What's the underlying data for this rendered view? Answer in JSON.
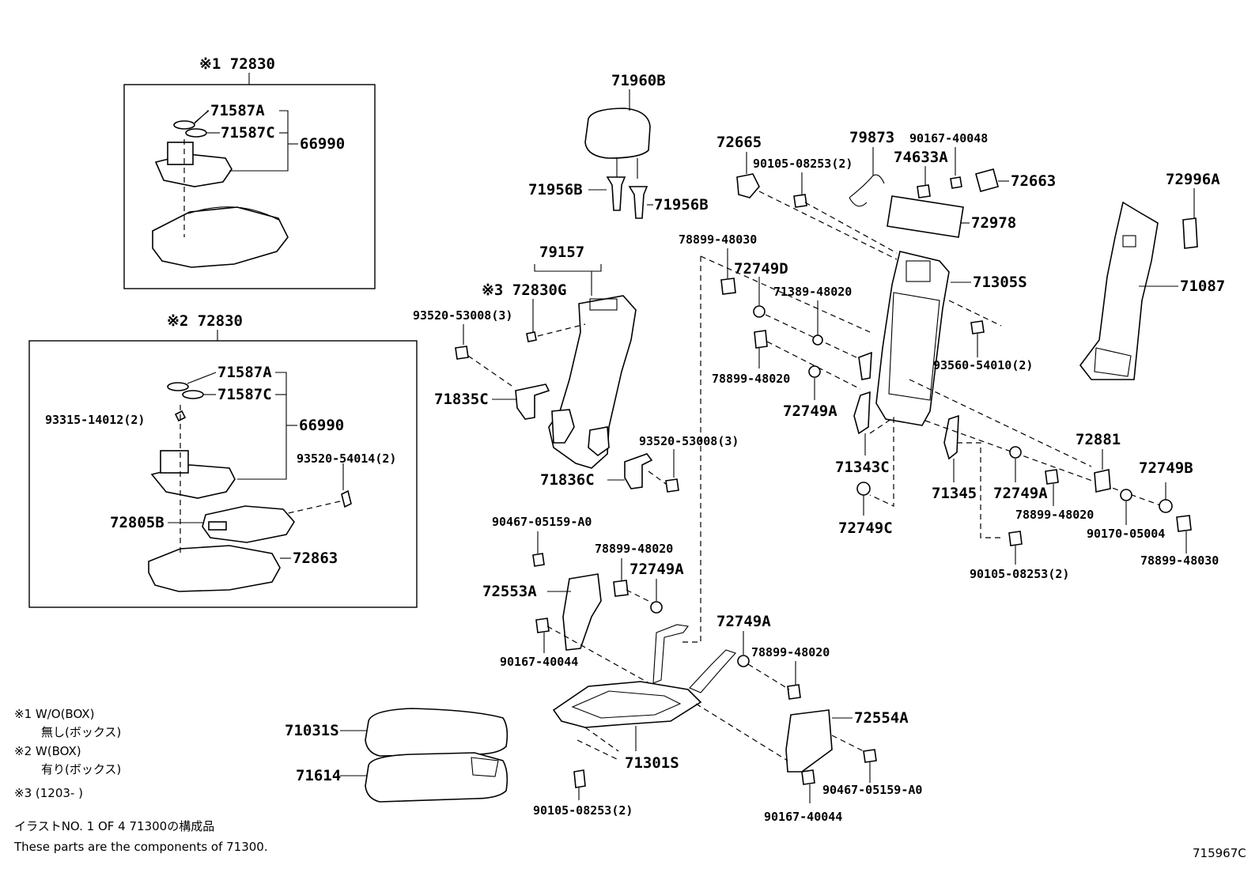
{
  "labels": {
    "box1_title": "※1 72830",
    "b1_71587A": "71587A",
    "b1_71587C": "71587C",
    "b1_66990": "66990",
    "box2_title": "※2 72830",
    "b2_71587A": "71587A",
    "b2_71587C": "71587C",
    "b2_66990": "66990",
    "b2_93315": "93315-14012(2)",
    "b2_93520": "93520-54014(2)",
    "b2_72805B": "72805B",
    "b2_72863": "72863",
    "p71960B": "71960B",
    "p71956B_l": "71956B",
    "p71956B_r": "71956B",
    "p79157": "79157",
    "p72830G": "※3 72830G",
    "p93520_a": "93520-53008(3)",
    "p71835C": "71835C",
    "p93520_b": "93520-53008(3)",
    "p71836C": "71836C",
    "p72665": "72665",
    "p90105_a": "90105-08253(2)",
    "p79873": "79873",
    "p90167_48": "90167-40048",
    "p74633A": "74633A",
    "p72663": "72663",
    "p72978": "72978",
    "p72996A": "72996A",
    "p78899_030a": "78899-48030",
    "p72749D": "72749D",
    "p71389": "71389-48020",
    "p71305S": "71305S",
    "p71087": "71087",
    "p93560": "93560-54010(2)",
    "p78899_020a": "78899-48020",
    "p72749A_a": "72749A",
    "p71343C": "71343C",
    "p71345": "71345",
    "p72749A_b": "72749A",
    "p72881": "72881",
    "p72749B": "72749B",
    "p72749C": "72749C",
    "p78899_020b": "78899-48020",
    "p90170": "90170-05004",
    "p78899_030b": "78899-48030",
    "p90105_b": "90105-08253(2)",
    "p90467_a": "90467-05159-A0",
    "p78899_020c": "78899-48020",
    "p72749A_c": "72749A",
    "p72553A": "72553A",
    "p90167_44a": "90167-40044",
    "p72749A_d": "72749A",
    "p78899_020d": "78899-48020",
    "p72554A": "72554A",
    "p71031S": "71031S",
    "p71614": "71614",
    "p71301S": "71301S",
    "p90105_c": "90105-08253(2)",
    "p90467_b": "90467-05159-A0",
    "p90167_44b": "90167-40044"
  },
  "notes": {
    "n1a": "※1 W/O(BOX)",
    "n1b": "無し(ボックス)",
    "n2a": "※2 W(BOX)",
    "n2b": "有り(ボックス)",
    "n3": "※3 (1203-      )",
    "ill": "イラストNO. 1  OF 4   71300の構成品",
    "comp": "These parts are the components of 71300.",
    "code": "715967C"
  }
}
